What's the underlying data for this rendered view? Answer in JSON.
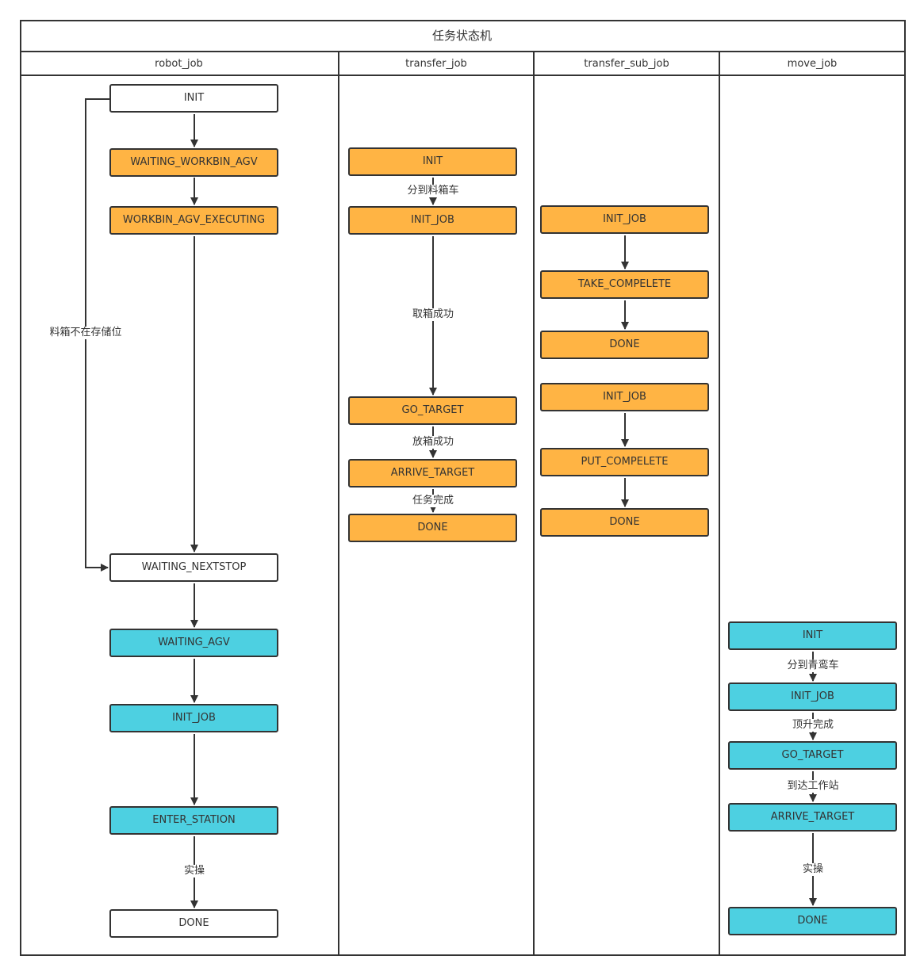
{
  "diagram": {
    "title": "任务状态机",
    "colors": {
      "border": "#333333",
      "orange": "#ffb444",
      "cyan": "#4dd0e1",
      "white": "#ffffff"
    },
    "lanes": [
      {
        "name": "robot_job"
      },
      {
        "name": "transfer_job"
      },
      {
        "name": "transfer_sub_job"
      },
      {
        "name": "move_job"
      }
    ],
    "robot_job": {
      "nodes": [
        "INIT",
        "WAITING_WORKBIN_AGV",
        "WORKBIN_AGV_EXECUTING",
        "WAITING_NEXTSTOP",
        "WAITING_AGV",
        "INIT_JOB",
        "ENTER_STATION",
        "DONE"
      ],
      "edge_labels": {
        "loop_back": "料箱不在存储位",
        "enter_to_done": "实操"
      }
    },
    "transfer_job": {
      "nodes": [
        "INIT",
        "INIT_JOB",
        "GO_TARGET",
        "ARRIVE_TARGET",
        "DONE"
      ],
      "edge_labels": [
        "分到料箱车",
        "取箱成功",
        "放箱成功",
        "任务完成"
      ]
    },
    "transfer_sub_job": {
      "nodes": [
        "INIT_JOB",
        "TAKE_COMPELETE",
        "DONE",
        "INIT_JOB",
        "PUT_COMPELETE",
        "DONE"
      ]
    },
    "move_job": {
      "nodes": [
        "INIT",
        "INIT_JOB",
        "GO_TARGET",
        "ARRIVE_TARGET",
        "DONE"
      ],
      "edge_labels": [
        "分到青鸾车",
        "顶升完成",
        "到达工作站",
        "实操"
      ]
    }
  }
}
